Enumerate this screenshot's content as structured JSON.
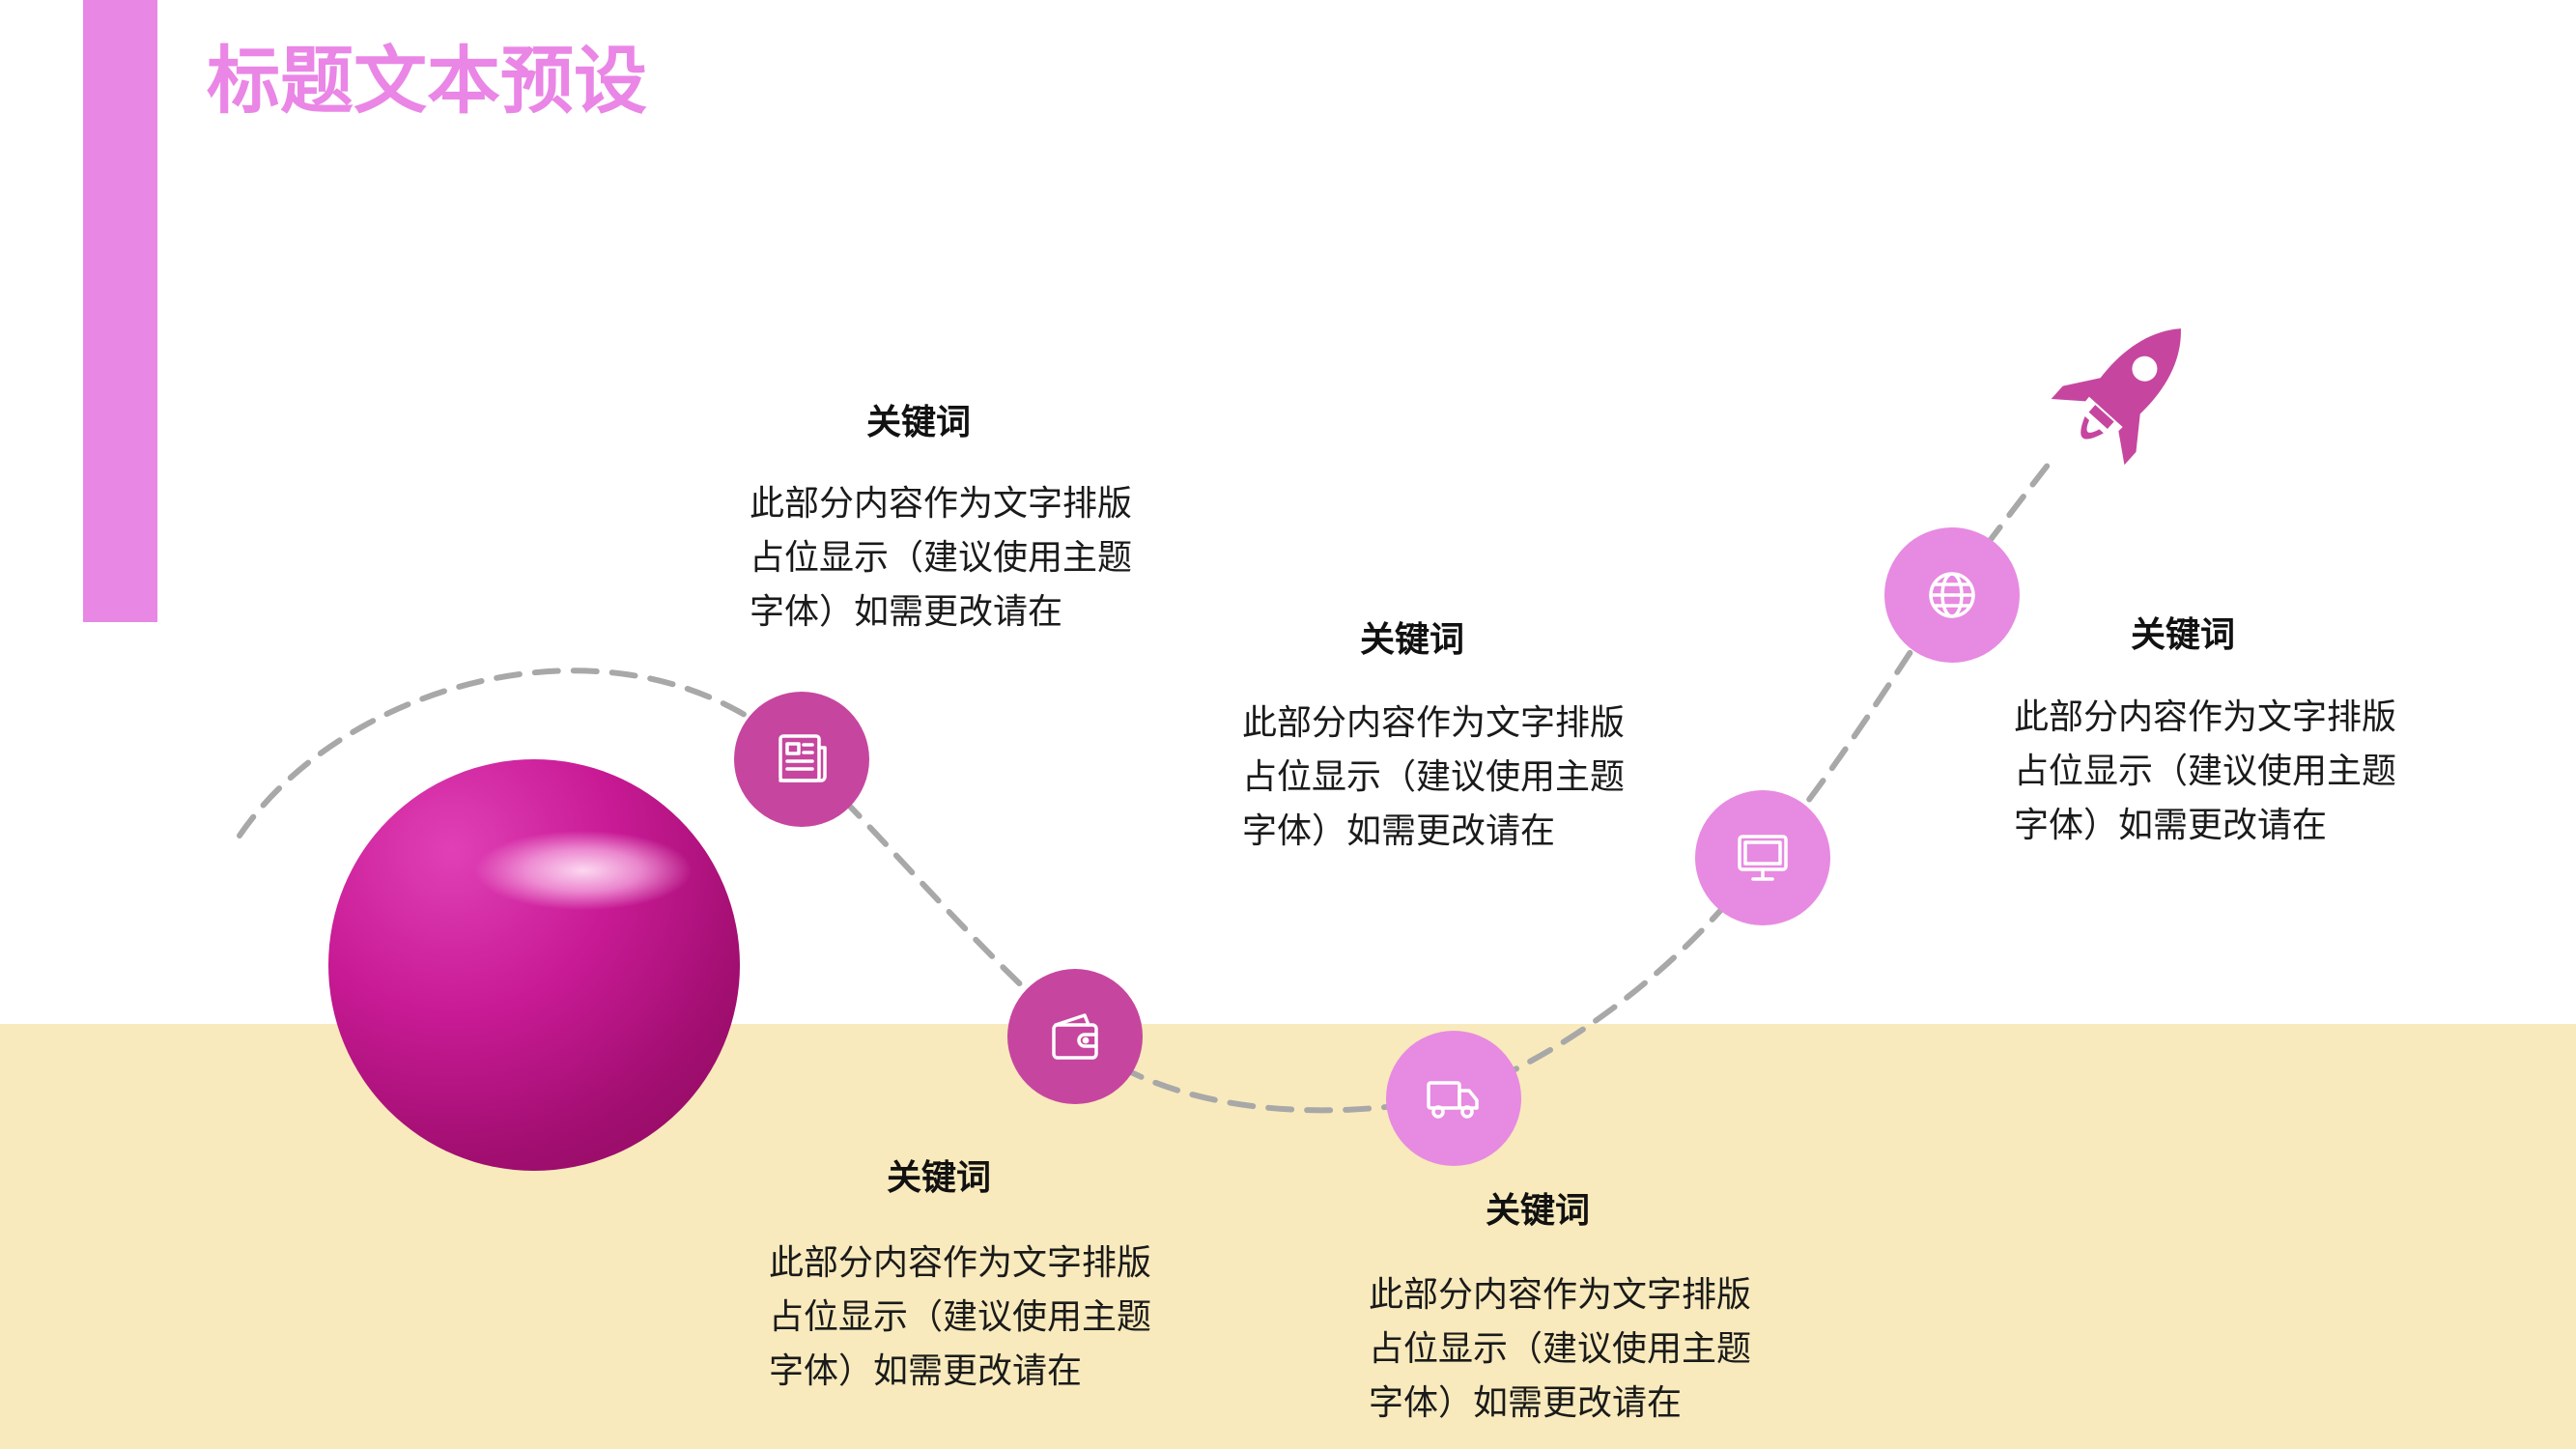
{
  "title": "标题文本预设",
  "colors": {
    "accent": "#e888e4",
    "band": "#f8eabc",
    "node_dark": "#c6469f",
    "node_light": "#e78ae2",
    "path": "#a8a8a8"
  },
  "steps": [
    {
      "icon": "newspaper-icon",
      "keyword": "关键词",
      "lines": [
        "此部分内容作为文字排版",
        "占位显示（建议使用主题",
        "字体）如需更改请在"
      ]
    },
    {
      "icon": "wallet-icon",
      "keyword": "关键词",
      "lines": [
        "此部分内容作为文字排版",
        "占位显示（建议使用主题",
        "字体）如需更改请在"
      ]
    },
    {
      "icon": "truck-icon",
      "keyword": "关键词",
      "lines": [
        "此部分内容作为文字排版",
        "占位显示（建议使用主题",
        "字体）如需更改请在"
      ]
    },
    {
      "icon": "monitor-icon",
      "keyword": "关键词",
      "lines": [
        "此部分内容作为文字排版",
        "占位显示（建议使用主题",
        "字体）如需更改请在"
      ]
    },
    {
      "icon": "globe-icon",
      "keyword": "关键词",
      "lines": [
        "此部分内容作为文字排版",
        "占位显示（建议使用主题",
        "字体）如需更改请在"
      ]
    }
  ],
  "decor": {
    "planet": "planet-image",
    "rocket": "rocket-icon"
  }
}
